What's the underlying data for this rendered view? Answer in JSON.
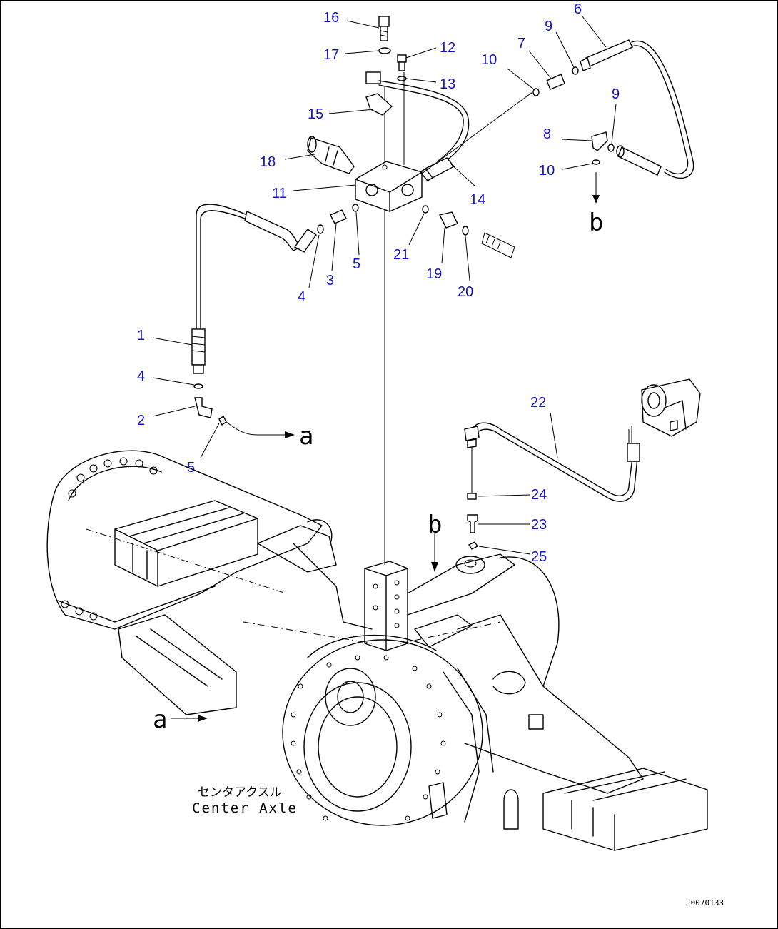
{
  "diagram": {
    "callouts": [
      {
        "id": "c16",
        "text": "16"
      },
      {
        "id": "c17",
        "text": "17"
      },
      {
        "id": "c12",
        "text": "12"
      },
      {
        "id": "c13",
        "text": "13"
      },
      {
        "id": "c15",
        "text": "15"
      },
      {
        "id": "c18",
        "text": "18"
      },
      {
        "id": "c11",
        "text": "11"
      },
      {
        "id": "c14",
        "text": "14"
      },
      {
        "id": "c10a",
        "text": "10"
      },
      {
        "id": "c7",
        "text": "7"
      },
      {
        "id": "c9a",
        "text": "9"
      },
      {
        "id": "c6",
        "text": "6"
      },
      {
        "id": "c9b",
        "text": "9"
      },
      {
        "id": "c8",
        "text": "8"
      },
      {
        "id": "c10b",
        "text": "10"
      },
      {
        "id": "c4a",
        "text": "4"
      },
      {
        "id": "c3",
        "text": "3"
      },
      {
        "id": "c5a",
        "text": "5"
      },
      {
        "id": "c21",
        "text": "21"
      },
      {
        "id": "c19",
        "text": "19"
      },
      {
        "id": "c20",
        "text": "20"
      },
      {
        "id": "c1",
        "text": "1"
      },
      {
        "id": "c4b",
        "text": "4"
      },
      {
        "id": "c2",
        "text": "2"
      },
      {
        "id": "c5b",
        "text": "5"
      },
      {
        "id": "c22",
        "text": "22"
      },
      {
        "id": "c24",
        "text": "24"
      },
      {
        "id": "c23",
        "text": "23"
      },
      {
        "id": "c25",
        "text": "25"
      }
    ],
    "view_letters": {
      "b_top": "b",
      "a_right": "a",
      "b_mid": "b",
      "a_left": "a"
    },
    "axle_label_jp": "センタアクスル",
    "axle_label_en": "Center Axle",
    "drawing_code": "J0070133"
  }
}
